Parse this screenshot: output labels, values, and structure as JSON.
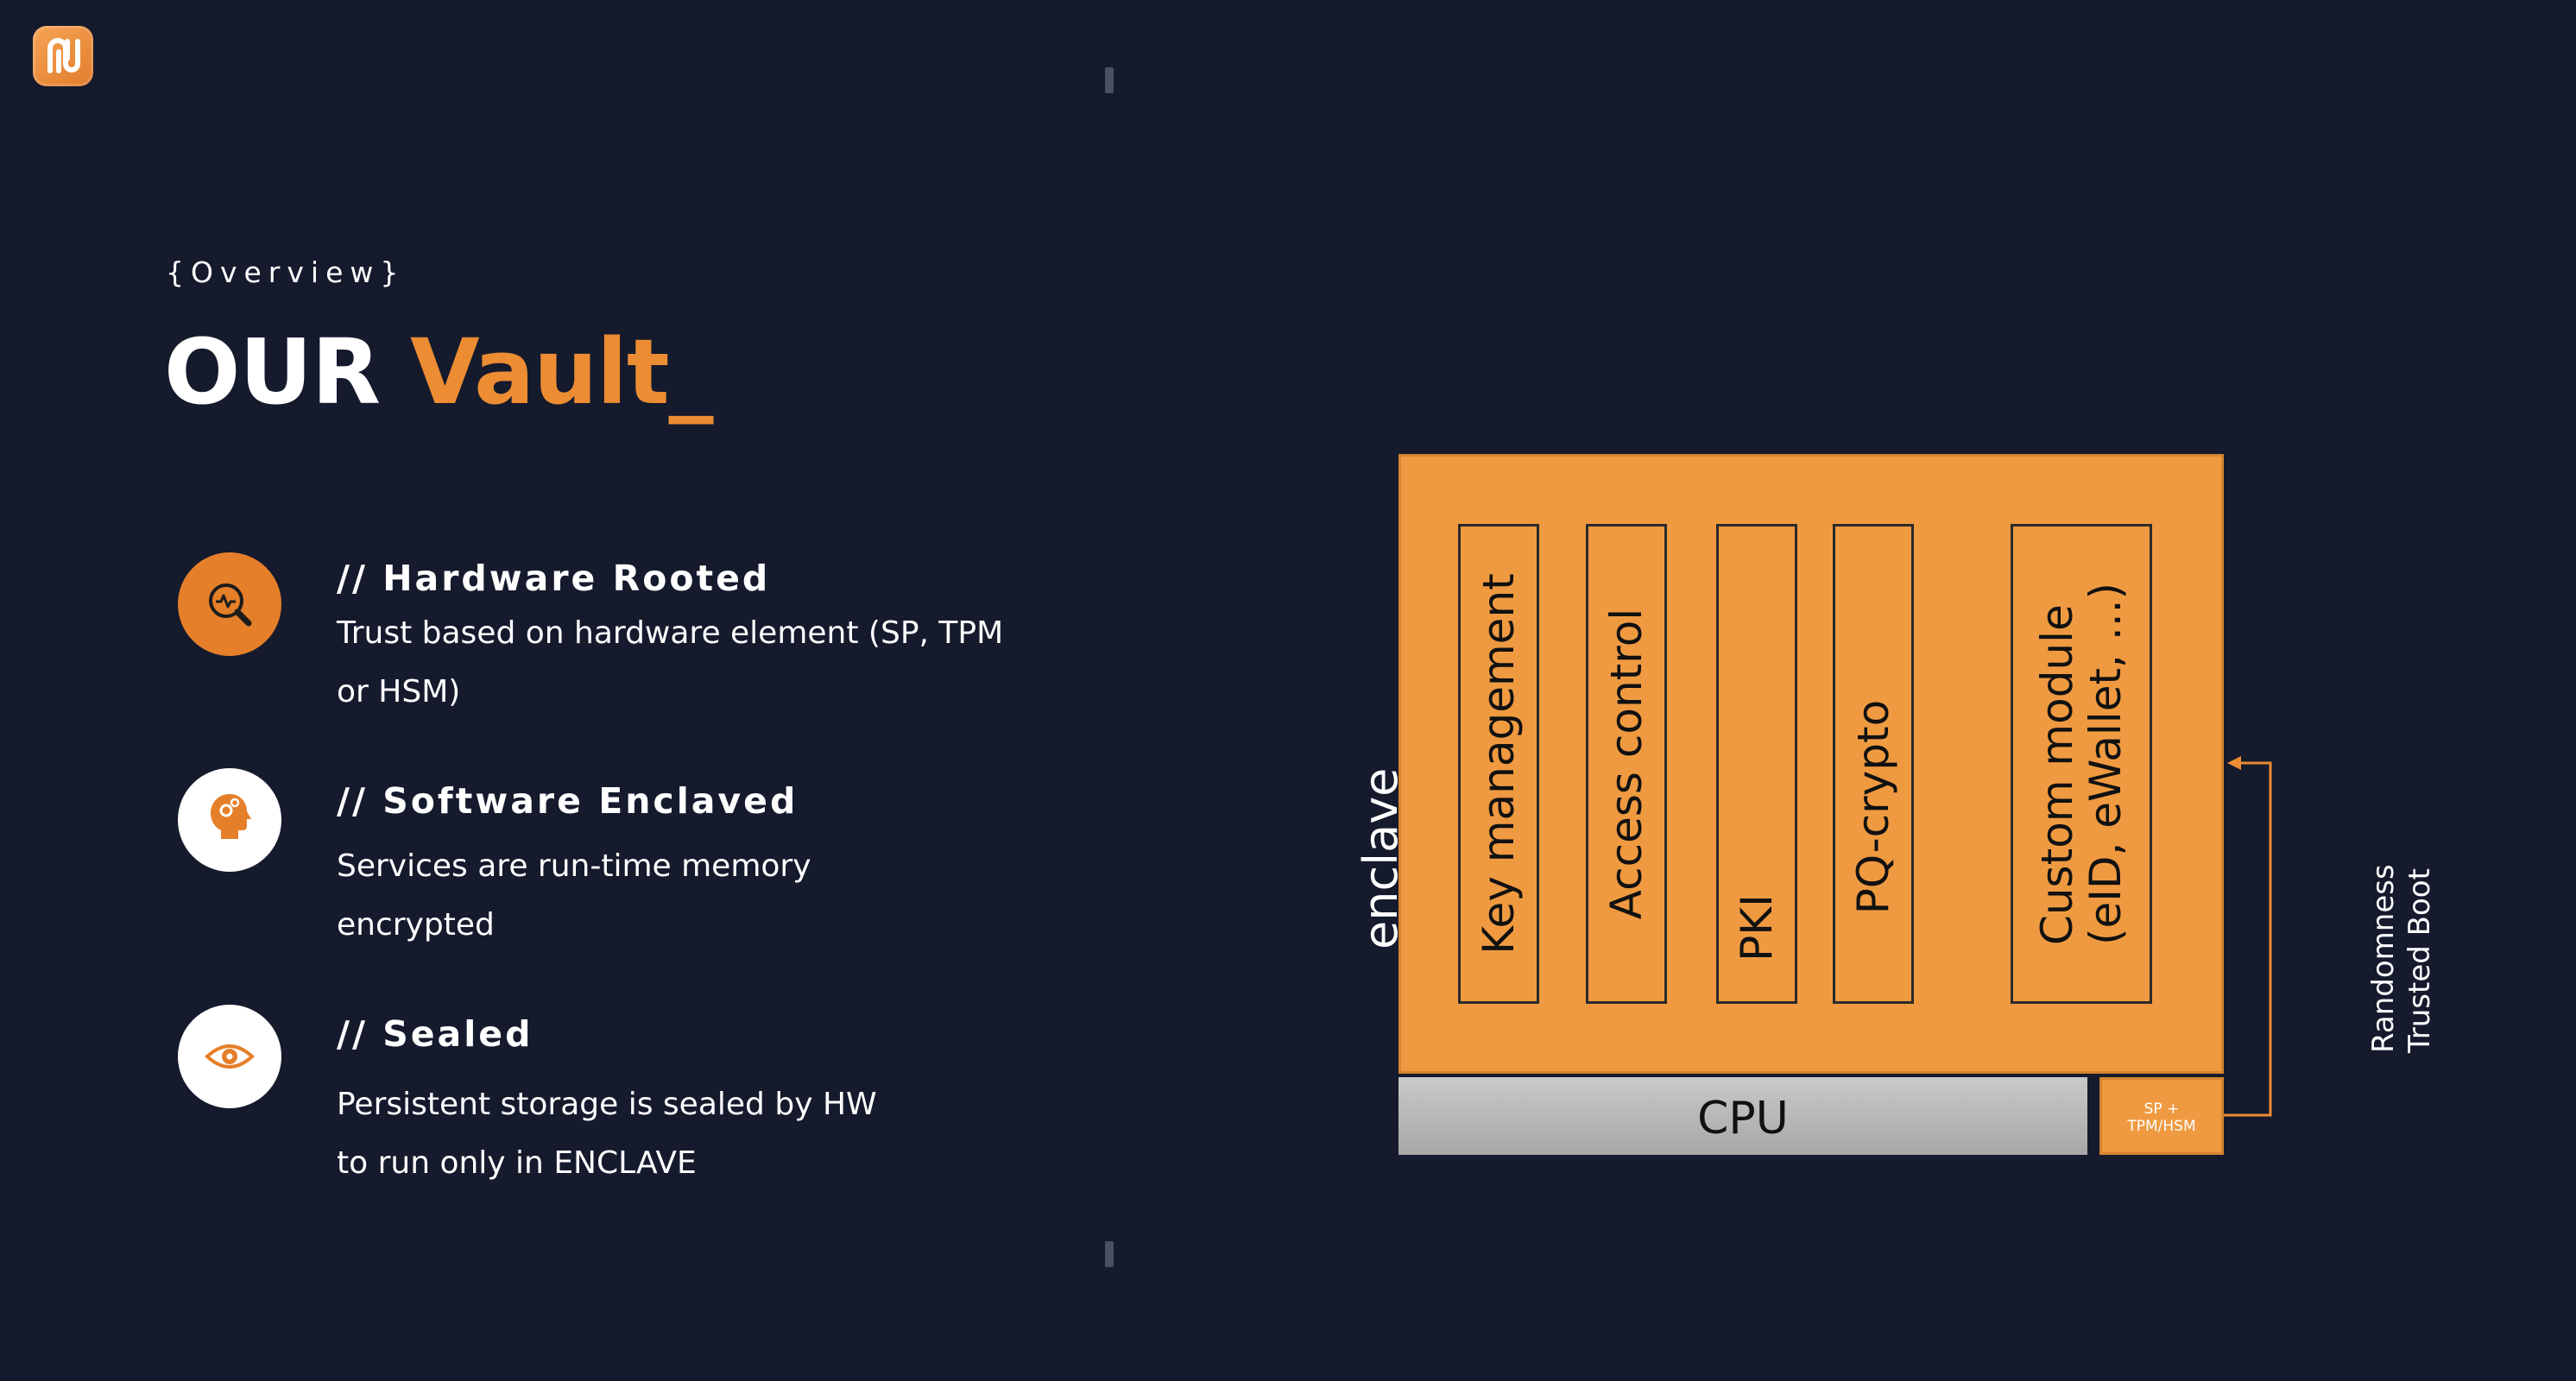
{
  "header": {
    "overview": "{Overview}",
    "title_prefix": "OUR ",
    "title_accent": "Vault_"
  },
  "features": [
    {
      "title": "//  Hardware Rooted",
      "desc": "Trust based on hardware element (SP, TPM or HSM)",
      "icon": "search-analytics-icon"
    },
    {
      "title": "//  Software Enclaved",
      "desc": "Services are run-time memory encrypted",
      "icon": "head-gear-icon"
    },
    {
      "title": "//  Sealed",
      "desc": "Persistent storage is sealed by HW to run only in ENCLAVE",
      "icon": "eye-icon"
    }
  ],
  "diagram": {
    "enclave_label": "enclave",
    "modules": [
      {
        "line1": "Key management"
      },
      {
        "line1": "Access control"
      },
      {
        "line1": "PKI"
      },
      {
        "line1": "PQ-crypto"
      },
      {
        "line1": "Custom module",
        "line2": "(eID, eWallet, ...)"
      }
    ],
    "cpu_label": "CPU",
    "sp_line1": "SP +",
    "sp_line2": "TPM/HSM",
    "side_label_1": "Randomness",
    "side_label_2": "Trusted Boot"
  },
  "colors": {
    "background": "#151a2d",
    "accent": "#ec8c33",
    "module_fill": "#ef9a41",
    "cpu_gray": "#b8b8b8"
  }
}
